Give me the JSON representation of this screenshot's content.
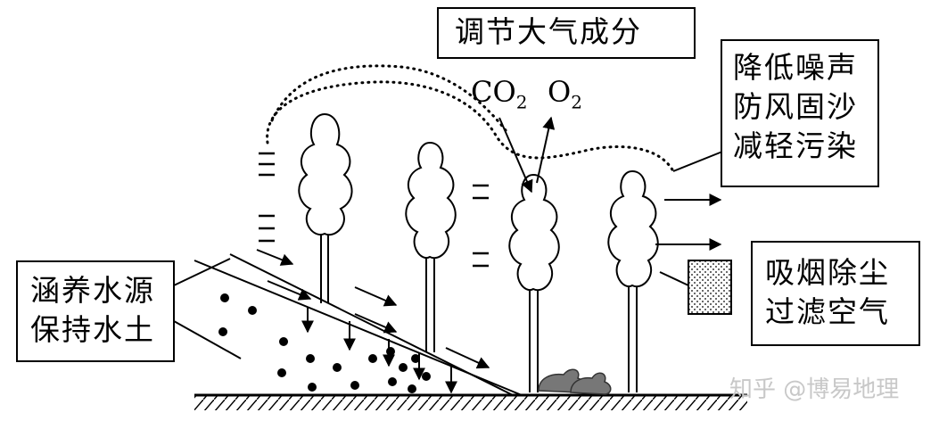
{
  "labels": {
    "regulate_atmosphere": "调节大气成分",
    "noise_wind_pollution": [
      "降低噪声",
      "防风固沙",
      "减轻污染"
    ],
    "water_soil": [
      "涵养水源",
      "保持水土"
    ],
    "dust_air": [
      "吸烟除尘",
      "过滤空气"
    ]
  },
  "gases": {
    "co2_main": "CO",
    "co2_sub": "2",
    "o2_main": "O",
    "o2_sub": "2"
  },
  "watermark": "知乎 @博易地理"
}
